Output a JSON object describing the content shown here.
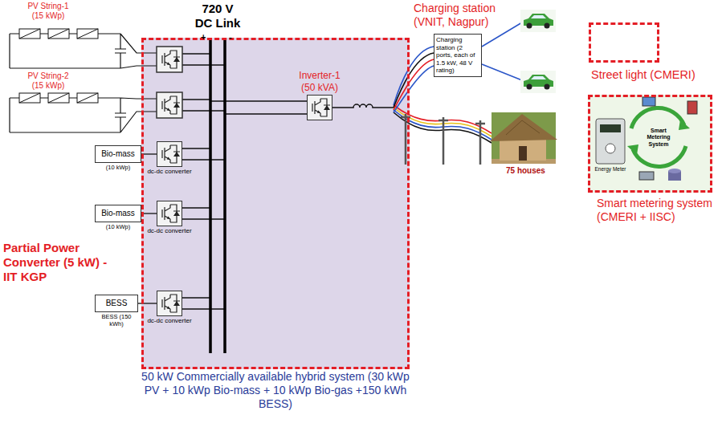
{
  "diagram": {
    "nodes": [
      {
        "text": [
          "50 kW Commercially available hybrid system (30 kWp PV + 10 kWp Bio-mass + 10 kWp Bio-gas +150 kWh BESS)"
        ]
      },
      {
        "text": [
          "dc-dc converter"
        ],
        "in": 0
      },
      {
        "text": [
          "dc-dc converter"
        ],
        "in": 0
      },
      {
        "text": [
          "dc-dc converter"
        ],
        "in": 0
      },
      {
        "text": [
          "Inverter-1 (50 kVA)"
        ],
        "in": 0
      },
      {
        "text": [
          "Bio-mass",
          "(10 kWp)"
        ]
      },
      {
        "text": [
          "Bio-mass",
          "(10 kWp)"
        ]
      },
      {
        "text": [
          "BESS",
          "BESS (150 kWh)"
        ]
      },
      {
        "text": [
          "Charging station (2 ports, each of 1.5 kW, 48 V rating)"
        ]
      },
      {
        "text": [
          "Street light (CMERI)"
        ]
      },
      {
        "text": [
          "Smart metering system (CMERI + IISC)"
        ]
      }
    ],
    "edges": [
      {
        "from": 5,
        "to": 1,
        "arrow": "none"
      },
      {
        "from": 6,
        "to": 2,
        "arrow": "none"
      },
      {
        "from": 7,
        "to": 3,
        "arrow": "none"
      }
    ],
    "labels": [
      "720 V DC Link",
      "+",
      "-",
      "PV String-1 (15 kWp)",
      "PV String-2 (15 kWp)",
      "Partial Power Converter (5 kW) - IIT KGP",
      "Charging station (VNIT, Nagpur)",
      "75 houses",
      "Smart Metering System",
      "Energy Meter"
    ]
  }
}
